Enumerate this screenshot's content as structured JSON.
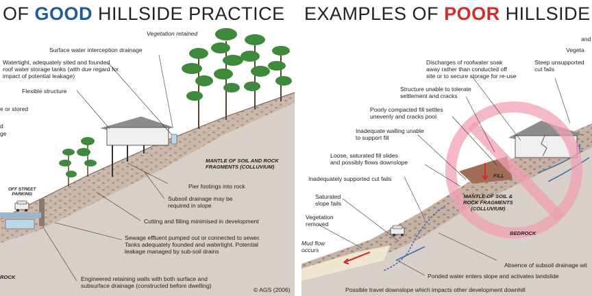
{
  "left_panel": {
    "title_prefix": "OF ",
    "title_highlight": "GOOD",
    "title_suffix": " HILLSIDE PRACTICE",
    "labels": {
      "vegetation_retained": "Vegetation retained",
      "surface_water": "Surface water interception drainage",
      "watertight_tanks": "Watertight, adequately sited and founded\nroof water storage tanks (with due regard for\nimpact of potential leakage)",
      "flexible_structure": "Flexible structure",
      "e_or_stored": "e or stored",
      "partial_d": "d",
      "partial_ge": "ge",
      "mantle": "MANTLE OF SOIL AND ROCK\nFRAGMENTS (COLLUVIUM)",
      "off_street": "OFF STREET\nPARKING",
      "pier_footings": "Pier footings into rock",
      "subsoil_drainage": "Subsoil drainage may be\nrequired in slope",
      "cutting_filling": "Cutting and filling minimised in development",
      "sewage": "Sewage effluent pumped out or connected to sewer.\nTanks adequately founded and watertight.  Potential\nleakage managed by sub-soil drains",
      "rock_partial": "ROCK",
      "engineered_walls": "Engineered retaining walls with both surface and\nsubsurface drainage (constructed before dwelling)",
      "copyright": "AGS (2006)"
    }
  },
  "right_panel": {
    "title_prefix": "EXAMPLES OF ",
    "title_highlight": "POOR",
    "title_suffix": " HILLSIDE",
    "labels": {
      "partial_and": "and",
      "partial_vegeta": "Vegeta",
      "discharges": "Discharges of  roofwater soak\naway rather than conducted off\nsite or to secure storage for re-use",
      "steep_cut": "Steep unsupported\ncut fails",
      "structure_unable": "Structure unable to tolerate\nsettlement and cracks",
      "poorly_compacted": "Poorly compacted fill settles\nunevenly and cracks pool",
      "inadequate_walling": "Inadequate walling unable\nto support fill",
      "loose_fill": "Loose, saturated fill slides\nand possibly flows downslope",
      "inadequately_supported": "Inadequately supported cut fails",
      "saturated_slope": "Saturated\nslope fails",
      "vegetation_removed": "Vegetation\nremoved",
      "mud_flow": "Mud flow\noccurs",
      "fill": "FILL",
      "mantle": "MANTLE OF SOIL &\nROCK FRAGMENTS\n(COLLUVIUM)",
      "bedrock": "BEDROCK",
      "absence_subsoil": "Absence of subsoil drainage wit",
      "ponded_water": "Ponded water enters slope and activates landslide",
      "possible_travel": "Possible travel downslope which impacts other development downhill"
    }
  },
  "colors": {
    "good": "#1f5a9e",
    "poor": "#d62b2b",
    "prohibition": "#f0a0b4",
    "ground": "#cdbfb4",
    "bedrock": "#d8cfc8",
    "tree": "#3d8a3a"
  }
}
